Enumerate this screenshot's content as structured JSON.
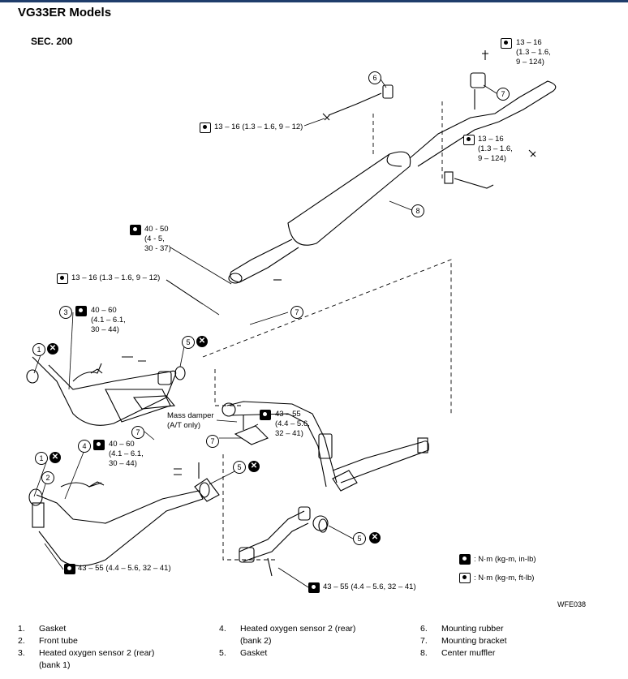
{
  "header": {
    "title": "VG33ER Models",
    "section": "SEC. 200"
  },
  "torque_labels": [
    {
      "id": "t1",
      "text": "13 – 16\n(1.3 – 1.6,\n9 – 124)"
    },
    {
      "id": "t2",
      "text": "13 – 16 (1.3 – 1.6, 9 – 12)"
    },
    {
      "id": "t3",
      "text": "13 – 16\n(1.3 – 1.6,\n9 – 124)"
    },
    {
      "id": "t4",
      "text": "40 - 50\n(4 - 5,\n30 - 37)"
    },
    {
      "id": "t5",
      "text": "13 – 16 (1.3 – 1.6, 9 – 12)"
    },
    {
      "id": "t6",
      "text": "40 – 60\n(4.1 – 6.1,\n30 – 44)"
    },
    {
      "id": "t7",
      "text": "43 – 55\n(4.4 – 5.6,\n32 – 41)"
    },
    {
      "id": "t8",
      "text": "40 – 60\n(4.1 – 6.1,\n30 – 44)"
    },
    {
      "id": "t9",
      "text": "43 – 55 (4.4 – 5.6, 32 – 41)"
    },
    {
      "id": "t10",
      "text": "43 – 55 (4.4 – 5.6, 32 – 41)"
    }
  ],
  "callouts": [
    "1",
    "2",
    "3",
    "4",
    "5",
    "6",
    "7",
    "8"
  ],
  "mass_damper": "Mass damper\n(A/T only)",
  "units": {
    "in_lb": ": N·m (kg-m, in-lb)",
    "ft_lb": ": N·m (kg-m, ft-lb)"
  },
  "figure_id": "WFE038",
  "legend": [
    {
      "num": "1.",
      "text": "Gasket"
    },
    {
      "num": "2.",
      "text": "Front tube"
    },
    {
      "num": "3.",
      "text": "Heated oxygen sensor 2 (rear)\n(bank 1)"
    },
    {
      "num": "4.",
      "text": "Heated oxygen sensor 2 (rear)\n(bank 2)"
    },
    {
      "num": "5.",
      "text": "Gasket"
    },
    {
      "num": "6.",
      "text": "Mounting rubber"
    },
    {
      "num": "7.",
      "text": "Mounting bracket"
    },
    {
      "num": "8.",
      "text": "Center muffler"
    }
  ]
}
